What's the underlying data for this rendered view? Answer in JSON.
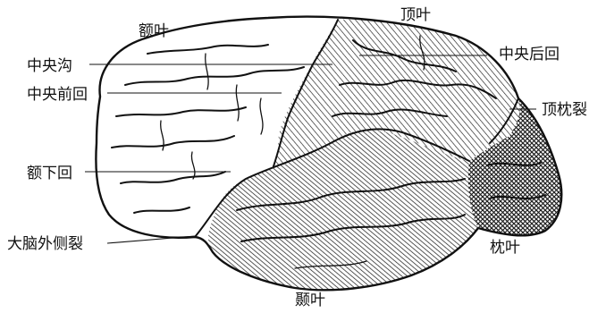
{
  "labels": {
    "frontal_lobe": "额叶",
    "parietal_lobe": "顶叶",
    "central_sulcus": "中央沟",
    "postcentral_gyrus": "中央后回",
    "precentral_gyrus": "中央前回",
    "parieto_occipital_sulcus": "顶枕裂",
    "inferior_frontal_gyrus": "额下回",
    "lateral_sulcus": "大脑外侧裂",
    "occipital_lobe": "枕叶",
    "temporal_lobe": "颞叶"
  },
  "colors": {
    "ink": "#111111",
    "paper": "#ffffff",
    "hatch_parietal": "#1a1a1a",
    "hatch_temporal": "#222222",
    "hatch_occipital": "#1c1c1c"
  }
}
